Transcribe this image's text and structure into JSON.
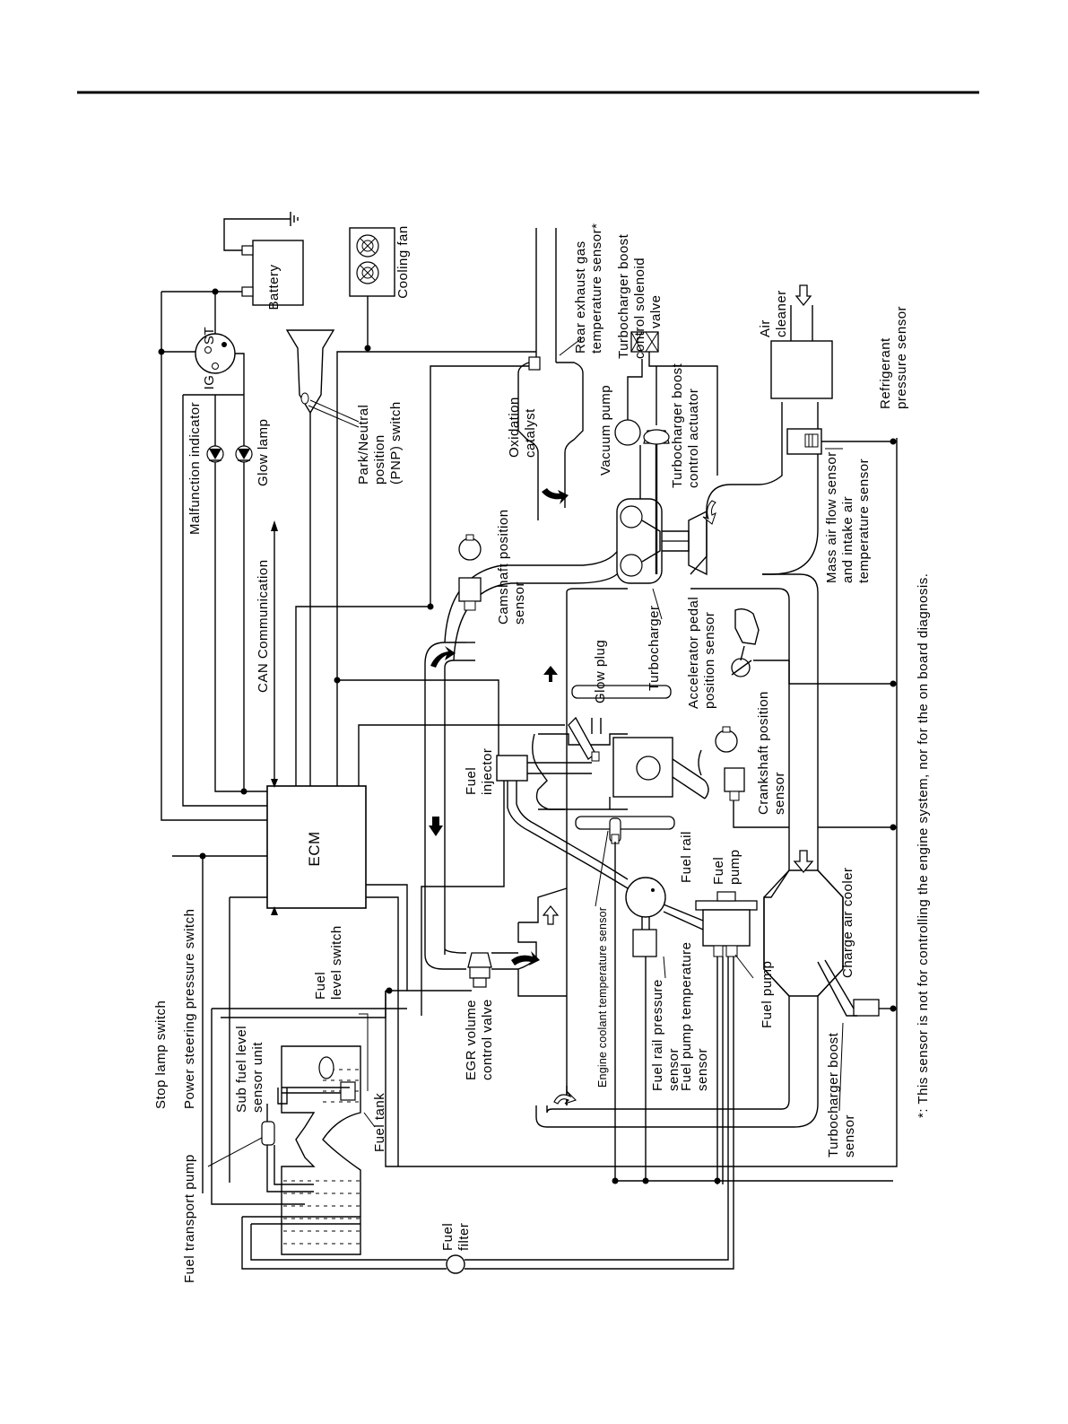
{
  "labels": {
    "battery": "Battery",
    "cooling_fan": "Cooling fan",
    "ignition_st": "ST",
    "ignition_ig": "IG",
    "malfunction_indicator": "Malfunction indicator",
    "glow_lamp": "Glow lamp",
    "pnp_switch": [
      "Park/Neutral",
      "position",
      "(PNP) switch"
    ],
    "can_communication": "CAN Communication",
    "ecm": "ECM",
    "stop_lamp_switch": "Stop lamp switch",
    "power_steering_switch": "Power steering pressure switch",
    "fuel_transport_pump": "Fuel transport pump",
    "sub_fuel_level_sensor": [
      "Sub fuel level",
      "sensor unit"
    ],
    "fuel_level_switch": [
      "Fuel",
      "level switch"
    ],
    "fuel_tank": "Fuel tank",
    "fuel_filter": [
      "Fuel",
      "filter"
    ],
    "egr_valve": [
      "EGR volume",
      "control valve"
    ],
    "engine_coolant_sensor": "Engine coolant temperature sensor",
    "fuel_rail_pressure_sensor": [
      "Fuel rail pressure",
      "sensor"
    ],
    "fuel_pump_temp_sensor": [
      "Fuel pump temperature",
      "sensor"
    ],
    "fuel_injector": [
      "Fuel",
      "injector"
    ],
    "fuel_rail": "Fuel rail",
    "fuel_pump_top": [
      "Fuel",
      "pump"
    ],
    "fuel_pump_bottom": "Fuel pump",
    "glow_plug": "Glow plug",
    "crankshaft_sensor": [
      "Crankshaft position",
      "sensor"
    ],
    "camshaft_sensor": [
      "Camshaft position",
      "sensor"
    ],
    "turbocharger": "Turbocharger",
    "accelerator_sensor": [
      "Accelerator pedal",
      "position sensor"
    ],
    "oxidation_catalyst": [
      "Oxidation",
      "catalyst"
    ],
    "vacuum_pump": "Vacuum pump",
    "turbo_actuator": [
      "Turbocharger boost",
      "control actuator"
    ],
    "rear_exhaust_sensor": [
      "Rear exhaust gas",
      "temperature sensor*"
    ],
    "turbo_solenoid": [
      "Turbocharger boost",
      "control solenoid",
      "valve"
    ],
    "air_cleaner": [
      "Air",
      "cleaner"
    ],
    "refrigerant_sensor": [
      "Refrigerant",
      "pressure sensor"
    ],
    "maf_sensor": [
      "Mass air flow sensor",
      "and intake air",
      "temperature sensor"
    ],
    "charge_air_cooler": "Charge air cooler",
    "turbo_boost_sensor": [
      "Turbocharger boost",
      "sensor"
    ],
    "footnote": "*: This sensor is not for controlling the engine system, nor for the on board diagnosis."
  }
}
